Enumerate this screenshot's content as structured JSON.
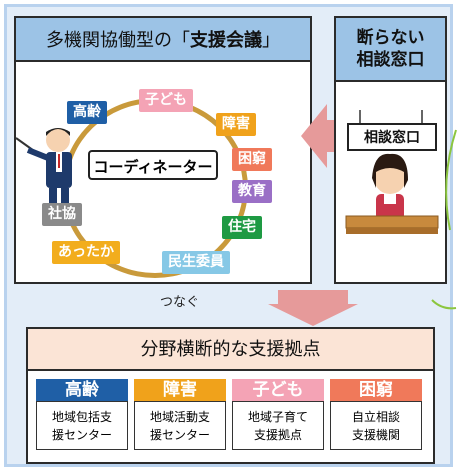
{
  "support_meeting": {
    "title_prefix": "多機関協働型の「",
    "title_bold": "支援会議",
    "title_suffix": "」",
    "coordinator_label": "コーディネーター",
    "tags": [
      {
        "label": "高齢",
        "color": "#1f5fa6"
      },
      {
        "label": "子ども",
        "color": "#f4a3b5"
      },
      {
        "label": "障害",
        "color": "#f0a21b"
      },
      {
        "label": "困窮",
        "color": "#f0795a"
      },
      {
        "label": "教育",
        "color": "#9a6fc6"
      },
      {
        "label": "住宅",
        "color": "#1e9a43"
      },
      {
        "label": "民生委員",
        "color": "#86c8e6"
      },
      {
        "label": "あったか",
        "color": "#f2ad1d"
      },
      {
        "label": "社協",
        "color": "#8a8a8a"
      }
    ]
  },
  "consult_window": {
    "title_line1": "断らない",
    "title_line2": "相談窓口",
    "sign_label": "相談窓口"
  },
  "connect_label": "つなぐ",
  "hub": {
    "title": "分野横断的な支援拠点",
    "columns": [
      {
        "head": "高齢",
        "color": "#1f5fa6",
        "line1": "地域包括支",
        "line2": "援センター"
      },
      {
        "head": "障害",
        "color": "#f0a21b",
        "line1": "地域活動支",
        "line2": "援センター"
      },
      {
        "head": "子ども",
        "color": "#f4a3b5",
        "line1": "地域子育て",
        "line2": "支援拠点"
      },
      {
        "head": "困窮",
        "color": "#f0795a",
        "line1": "自立相談",
        "line2": "支援機関"
      }
    ]
  },
  "colors": {
    "frame_bg": "#e3edf8",
    "header_blue": "#9cc3e6",
    "hub_header": "#fbe4d6",
    "arrow_pink": "#e69a9a"
  }
}
